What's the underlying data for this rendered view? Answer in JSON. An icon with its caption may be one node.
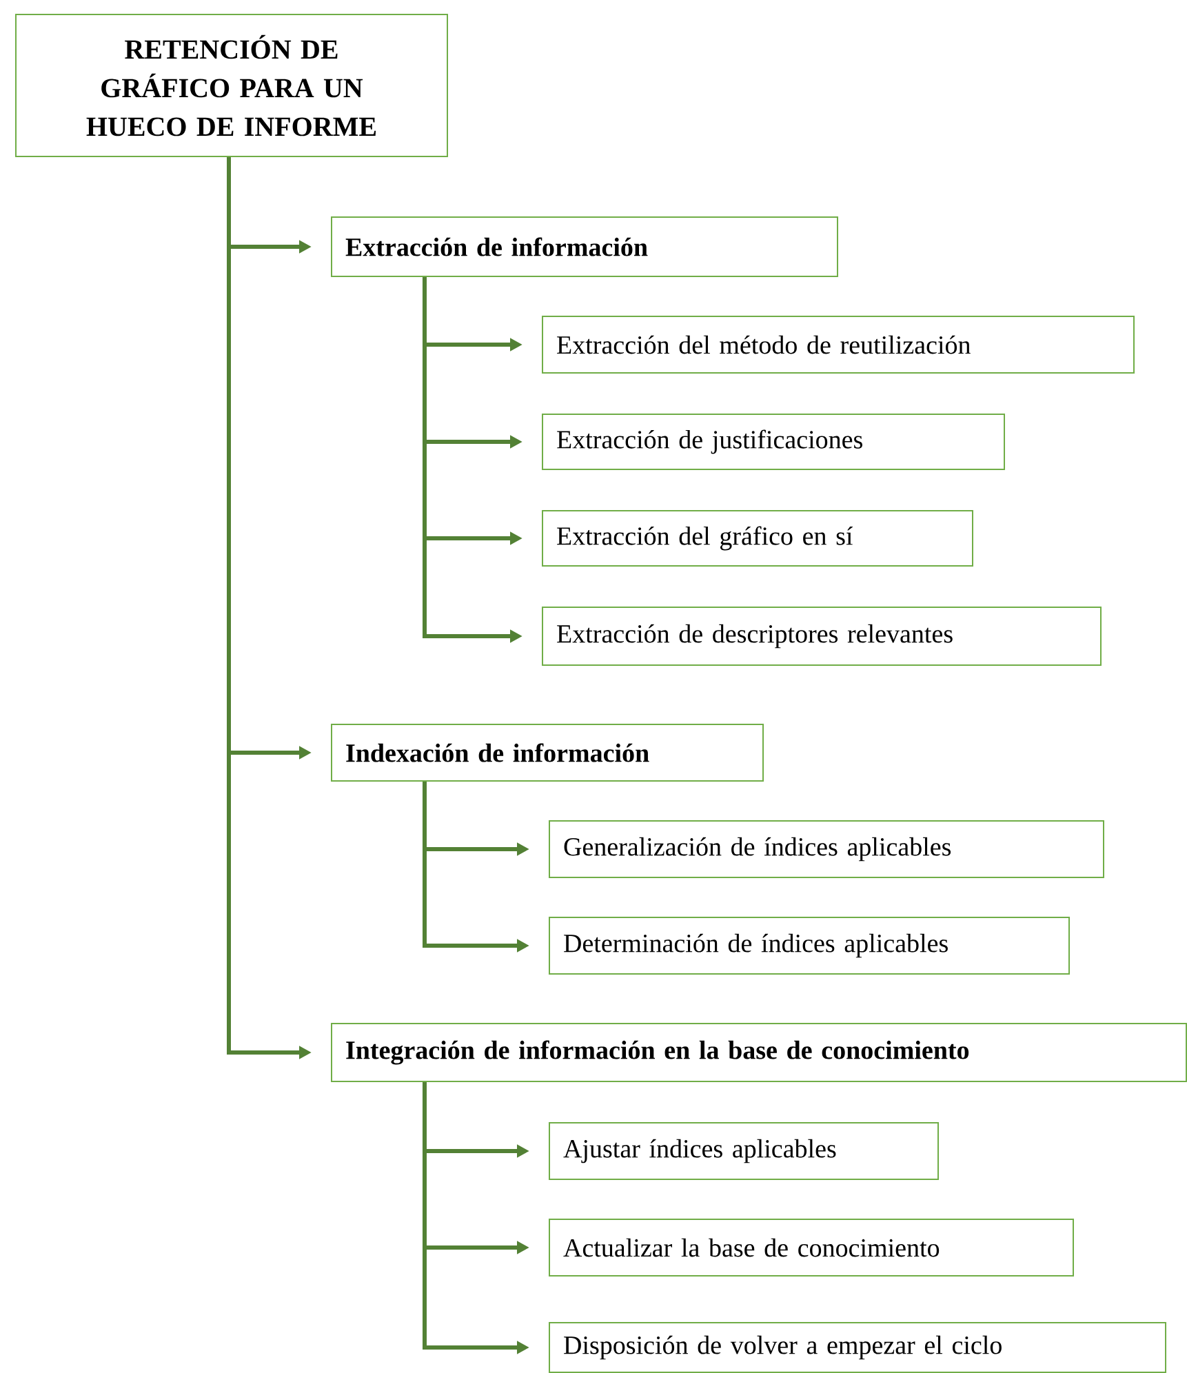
{
  "diagram": {
    "nodes": [
      {
        "text": [
          "RETENCIÓN DE GRÁFICO PARA UN HUECO DE INFORME"
        ]
      },
      {
        "text": [
          "Extracción de información"
        ]
      },
      {
        "text": [
          "Extracción del método de reutilización"
        ]
      },
      {
        "text": [
          "Extracción de justificaciones"
        ]
      },
      {
        "text": [
          "Extracción del gráfico en sí"
        ]
      },
      {
        "text": [
          "Extracción de descriptores relevantes"
        ]
      },
      {
        "text": [
          "Indexación de información"
        ]
      },
      {
        "text": [
          "Generalización de  índices aplicables"
        ]
      },
      {
        "text": [
          "Determinación de índices aplicables"
        ]
      },
      {
        "text": [
          "Integración de información en la base de conocimiento"
        ]
      },
      {
        "text": [
          "Ajustar índices aplicables"
        ]
      },
      {
        "text": [
          "Actualizar la base de conocimiento"
        ]
      },
      {
        "text": [
          "Disposición de volver a empezar el ciclo"
        ]
      }
    ],
    "edges": [
      {
        "from": 0,
        "to": 1,
        "arrow": "to"
      },
      {
        "from": 1,
        "to": 2,
        "arrow": "to"
      },
      {
        "from": 1,
        "to": 3,
        "arrow": "to"
      },
      {
        "from": 1,
        "to": 4,
        "arrow": "to"
      },
      {
        "from": 1,
        "to": 5,
        "arrow": "to"
      },
      {
        "from": 0,
        "to": 6,
        "arrow": "to"
      },
      {
        "from": 6,
        "to": 7,
        "arrow": "to"
      },
      {
        "from": 6,
        "to": 8,
        "arrow": "to"
      },
      {
        "from": 0,
        "to": 9,
        "arrow": "to"
      },
      {
        "from": 9,
        "to": 10,
        "arrow": "to"
      },
      {
        "from": 9,
        "to": 11,
        "arrow": "to"
      },
      {
        "from": 9,
        "to": 12,
        "arrow": "to"
      }
    ]
  }
}
